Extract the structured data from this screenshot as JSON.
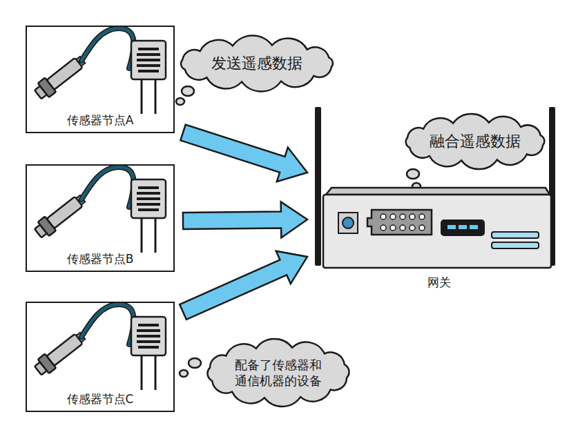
{
  "diagram": {
    "nodes": [
      {
        "text": [
          "传感器节点A"
        ]
      },
      {
        "text": [
          "发送遥感数据"
        ]
      },
      {
        "text": [
          "融合遥感数据"
        ]
      },
      {
        "text": [
          "网关"
        ]
      },
      {
        "text": [
          "传感器节点B"
        ]
      },
      {
        "text": [
          "传感器节点C"
        ]
      },
      {
        "text": [
          "配备了传感器和 通信机器的设备"
        ]
      }
    ],
    "edges": [
      {
        "from": 0,
        "to": 3,
        "arrow": "to"
      },
      {
        "from": 4,
        "to": 3,
        "arrow": "to"
      },
      {
        "from": 5,
        "to": 3,
        "arrow": "to"
      }
    ]
  }
}
